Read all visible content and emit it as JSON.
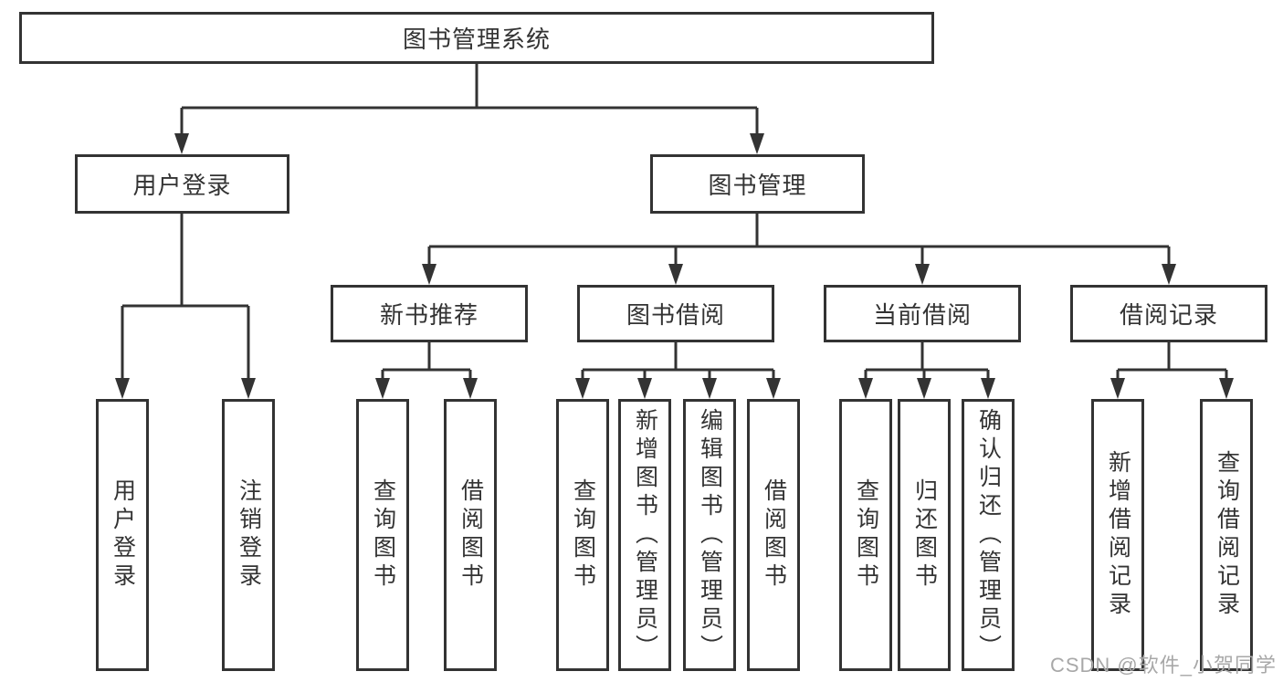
{
  "tree": {
    "root": {
      "label": "图书管理系统"
    },
    "branches": [
      {
        "label": "用户登录",
        "children": [
          {
            "label": "用户登录"
          },
          {
            "label": "注销登录"
          }
        ]
      },
      {
        "label": "图书管理",
        "children": [
          {
            "label": "新书推荐",
            "children": [
              {
                "label": "查询图书"
              },
              {
                "label": "借阅图书"
              }
            ]
          },
          {
            "label": "图书借阅",
            "children": [
              {
                "label": "查询图书"
              },
              {
                "label": "新增图书（管理员）"
              },
              {
                "label": "编辑图书（管理员）"
              },
              {
                "label": "借阅图书"
              }
            ]
          },
          {
            "label": "当前借阅",
            "children": [
              {
                "label": "查询图书"
              },
              {
                "label": "归还图书"
              },
              {
                "label": "确认归还（管理员）"
              }
            ]
          },
          {
            "label": "借阅记录",
            "children": [
              {
                "label": "新增借阅记录"
              },
              {
                "label": "查询借阅记录"
              }
            ]
          }
        ]
      }
    ]
  },
  "colors": {
    "line": "#333333",
    "box_fill": "#ffffff",
    "watermark": "#a8a8a8"
  },
  "watermark": {
    "text": "CSDN @软件_小贺同学"
  }
}
